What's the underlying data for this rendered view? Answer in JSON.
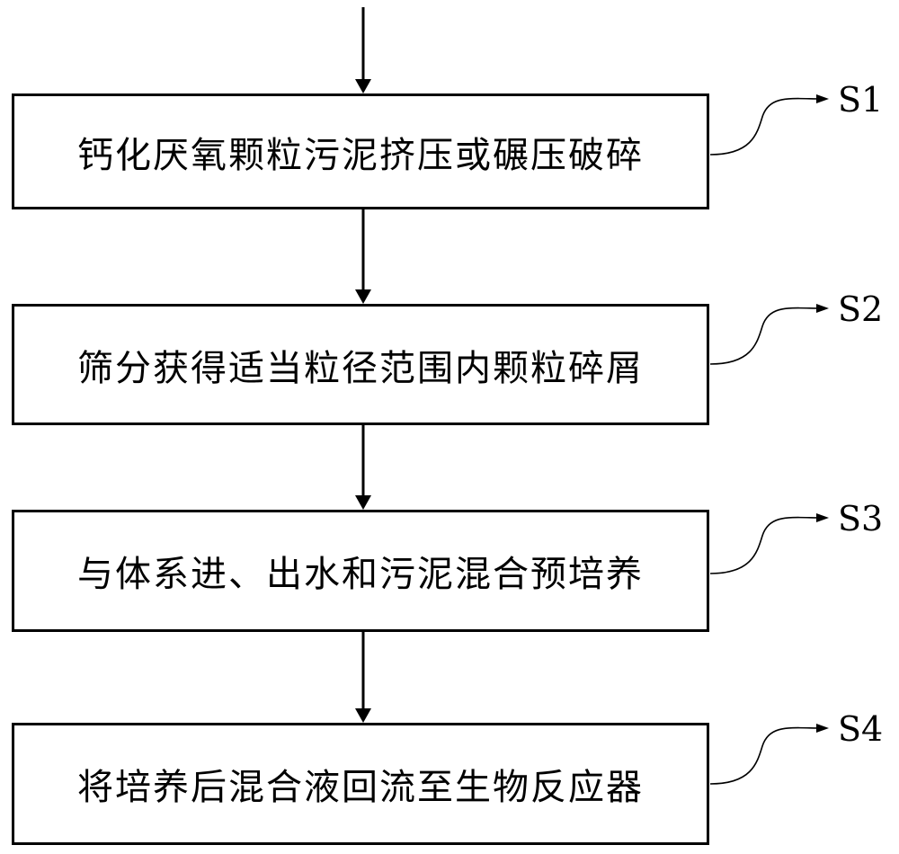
{
  "flowchart": {
    "steps": [
      {
        "id": "S1",
        "text": "钙化厌氧颗粒污泥挤压或碾压破碎"
      },
      {
        "id": "S2",
        "text": "筛分获得适当粒径范围内颗粒碎屑"
      },
      {
        "id": "S3",
        "text": "与体系进、出水和污泥混合预培养"
      },
      {
        "id": "S4",
        "text": "将培养后混合液回流至生物反应器"
      }
    ]
  },
  "colors": {
    "stroke": "#000000",
    "background": "#ffffff"
  }
}
